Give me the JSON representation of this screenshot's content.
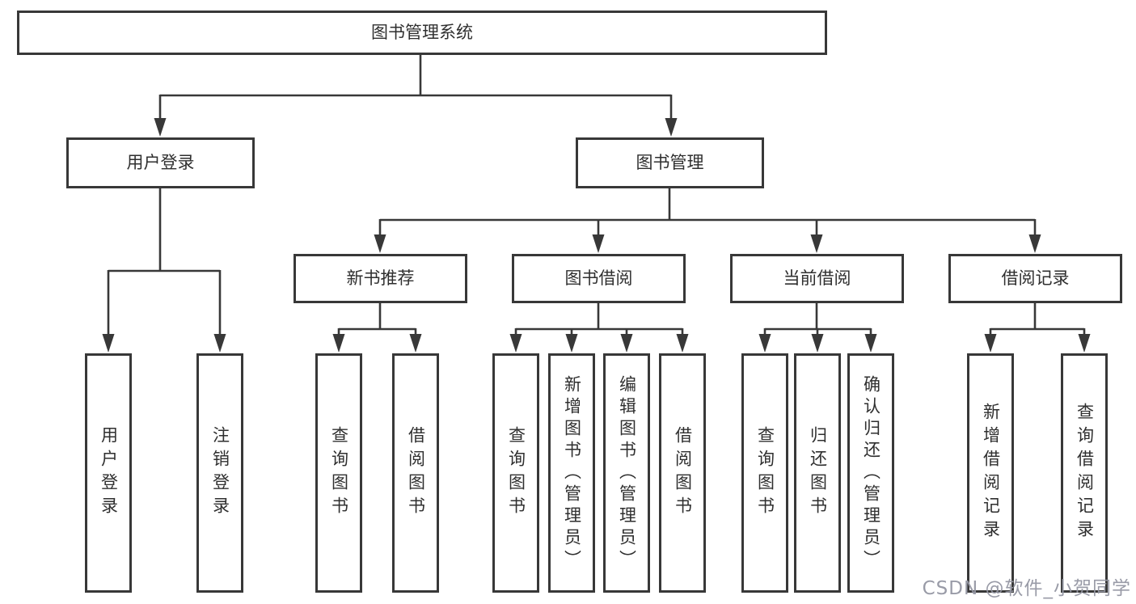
{
  "diagram": {
    "root": {
      "label": "图书管理系统"
    },
    "branches": [
      {
        "label": "用户登录",
        "children": [
          {
            "label": "用户登录"
          },
          {
            "label": "注销登录"
          }
        ]
      },
      {
        "label": "图书管理",
        "children": [
          {
            "label": "新书推荐",
            "children": [
              {
                "label": "查询图书"
              },
              {
                "label": "借阅图书"
              }
            ]
          },
          {
            "label": "图书借阅",
            "children": [
              {
                "label": "查询图书"
              },
              {
                "label": "新增图书（管理员）"
              },
              {
                "label": "编辑图书（管理员）"
              },
              {
                "label": "借阅图书"
              }
            ]
          },
          {
            "label": "当前借阅",
            "children": [
              {
                "label": "查询图书"
              },
              {
                "label": "归还图书"
              },
              {
                "label": "确认归还（管理员）"
              }
            ]
          },
          {
            "label": "借阅记录",
            "children": [
              {
                "label": "新增借阅记录"
              },
              {
                "label": "查询借阅记录"
              }
            ]
          }
        ]
      }
    ]
  },
  "colors": {
    "line": "#383838",
    "box_fill": "#ffffff",
    "text": "#2f2f2f",
    "watermark": "#9496a2"
  },
  "watermark": {
    "text": "CSDN @软件_小贺同学"
  }
}
